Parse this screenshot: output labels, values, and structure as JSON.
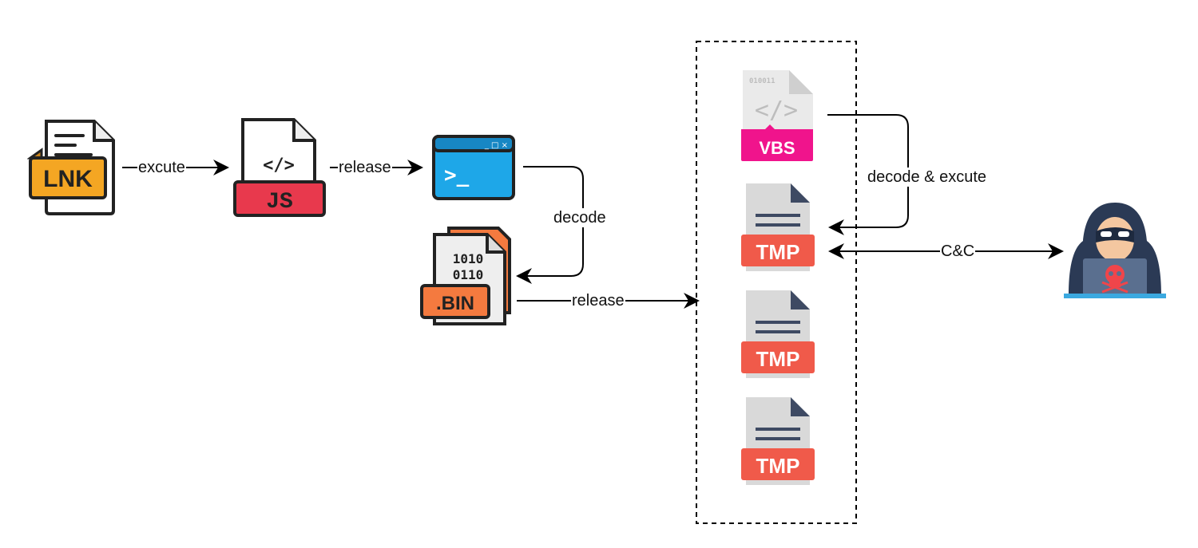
{
  "icons": {
    "lnk": {
      "label": "LNK",
      "name": "lnk-file-icon"
    },
    "js": {
      "label": "JS",
      "code": "</>",
      "name": "js-file-icon"
    },
    "terminal": {
      "prompt": ">_",
      "controls": "_ □ ×",
      "name": "terminal-icon"
    },
    "bin": {
      "label": ".BIN",
      "line1": "1010",
      "line2": "0110",
      "name": "bin-file-icon"
    },
    "vbs": {
      "label": "VBS",
      "bits": "010011",
      "code": "</>",
      "name": "vbs-file-icon"
    },
    "tmp": [
      {
        "label": "TMP"
      },
      {
        "label": "TMP"
      },
      {
        "label": "TMP"
      }
    ],
    "hacker": {
      "name": "hacker-icon"
    }
  },
  "edges": {
    "lnk_to_js": "excute",
    "js_to_terminal": "release",
    "terminal_to_bin": "decode",
    "bin_to_group": "release",
    "vbs_to_tmp": "decode & excute",
    "tmp_to_hacker": "C&C"
  },
  "colors": {
    "lnk": "#F4A623",
    "js": "#E8394D",
    "terminal": "#1EA7E8",
    "bin": "#F47A3F",
    "vbs": "#F0148C",
    "tmp": "#F05A4A",
    "file_grey": "#D9D9D9",
    "hacker_hood": "#2B3A55",
    "hacker_screen": "#5A6F8F",
    "skull": "#F0454A"
  }
}
